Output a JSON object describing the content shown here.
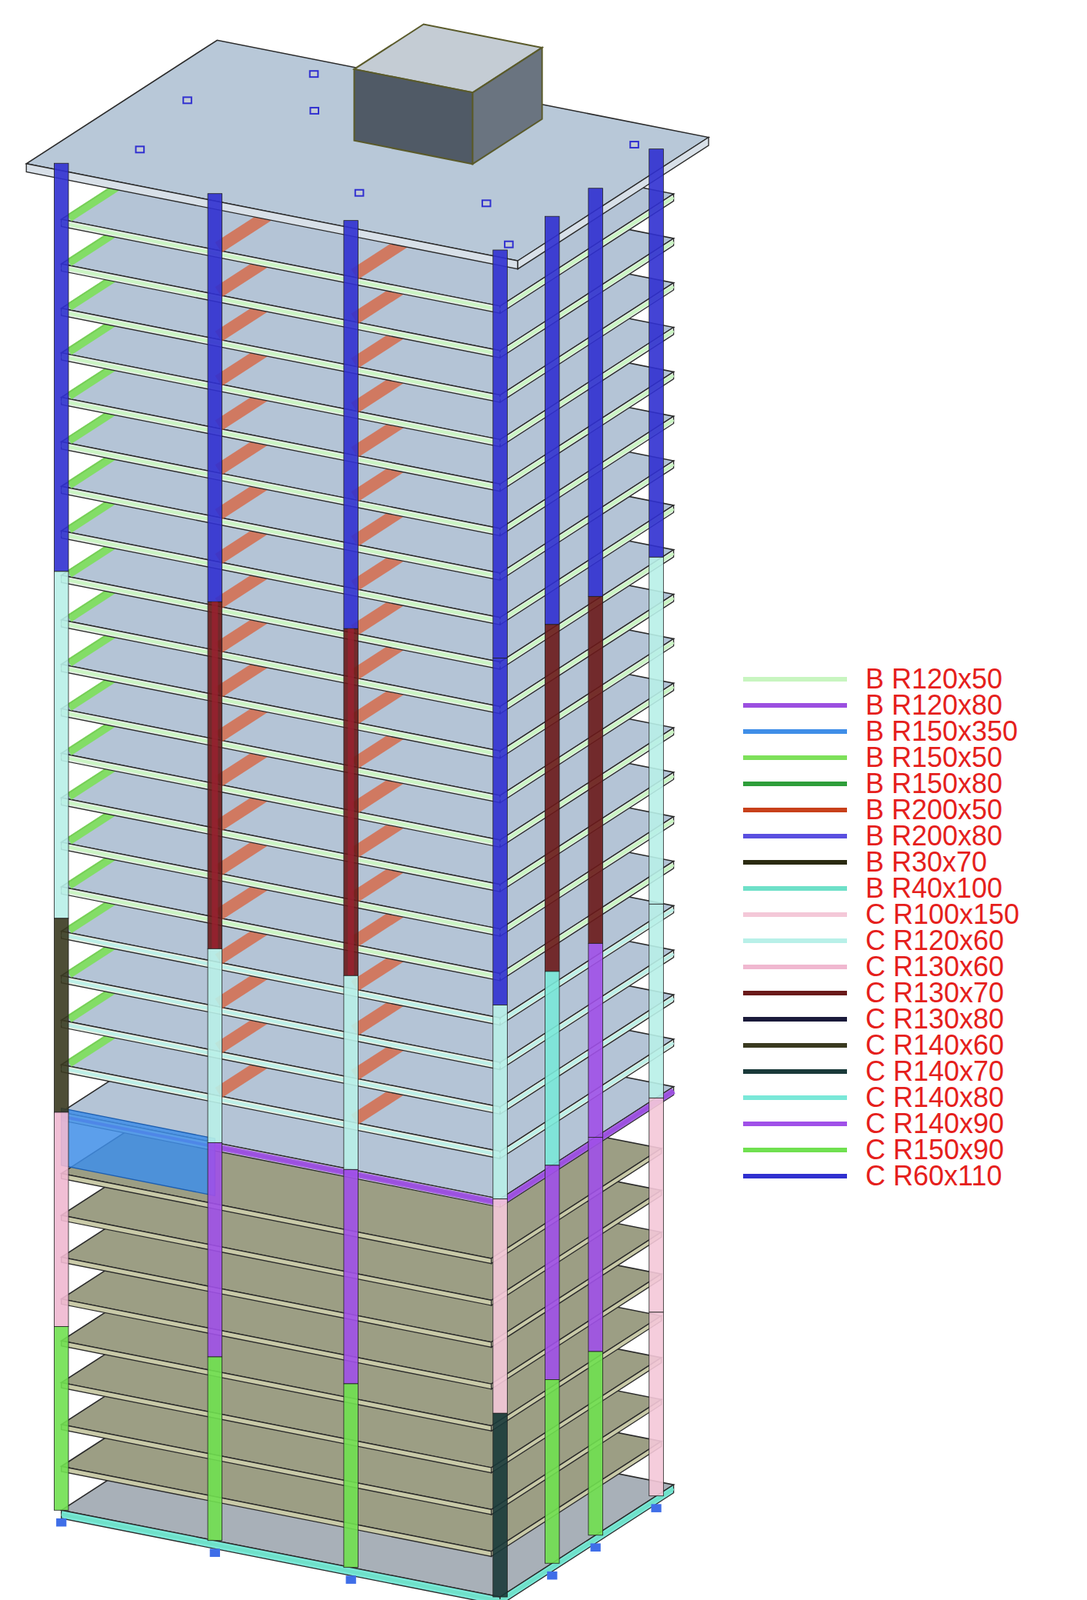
{
  "diagram": {
    "legend": [
      {
        "text": "B R120x50",
        "color": "#c8f5c0"
      },
      {
        "text": "B R120x80",
        "color": "#9b4fe0"
      },
      {
        "text": "B R150x350",
        "color": "#3f8ee8"
      },
      {
        "text": "B R150x50",
        "color": "#7de05a"
      },
      {
        "text": "B R150x80",
        "color": "#2e9e3a"
      },
      {
        "text": "B R200x50",
        "color": "#c8401a"
      },
      {
        "text": "B R200x80",
        "color": "#5a4fe0"
      },
      {
        "text": "B R30x70",
        "color": "#2a2a10"
      },
      {
        "text": "B R40x100",
        "color": "#6ee0c8"
      },
      {
        "text": "C R100x150",
        "color": "#f4c8d8"
      },
      {
        "text": "C R120x60",
        "color": "#b8f0e8"
      },
      {
        "text": "C R130x60",
        "color": "#f0b8d0"
      },
      {
        "text": "C R130x70",
        "color": "#6a1a1a"
      },
      {
        "text": "C R130x80",
        "color": "#1a1a3a"
      },
      {
        "text": "C R140x60",
        "color": "#3a3a20"
      },
      {
        "text": "C R140x70",
        "color": "#1a3a3a"
      },
      {
        "text": "C R140x80",
        "color": "#7ae8d8"
      },
      {
        "text": "C R140x90",
        "color": "#a050e8"
      },
      {
        "text": "C R150x90",
        "color": "#70e050"
      },
      {
        "text": "C R60x110",
        "color": "#3030d0"
      }
    ]
  }
}
